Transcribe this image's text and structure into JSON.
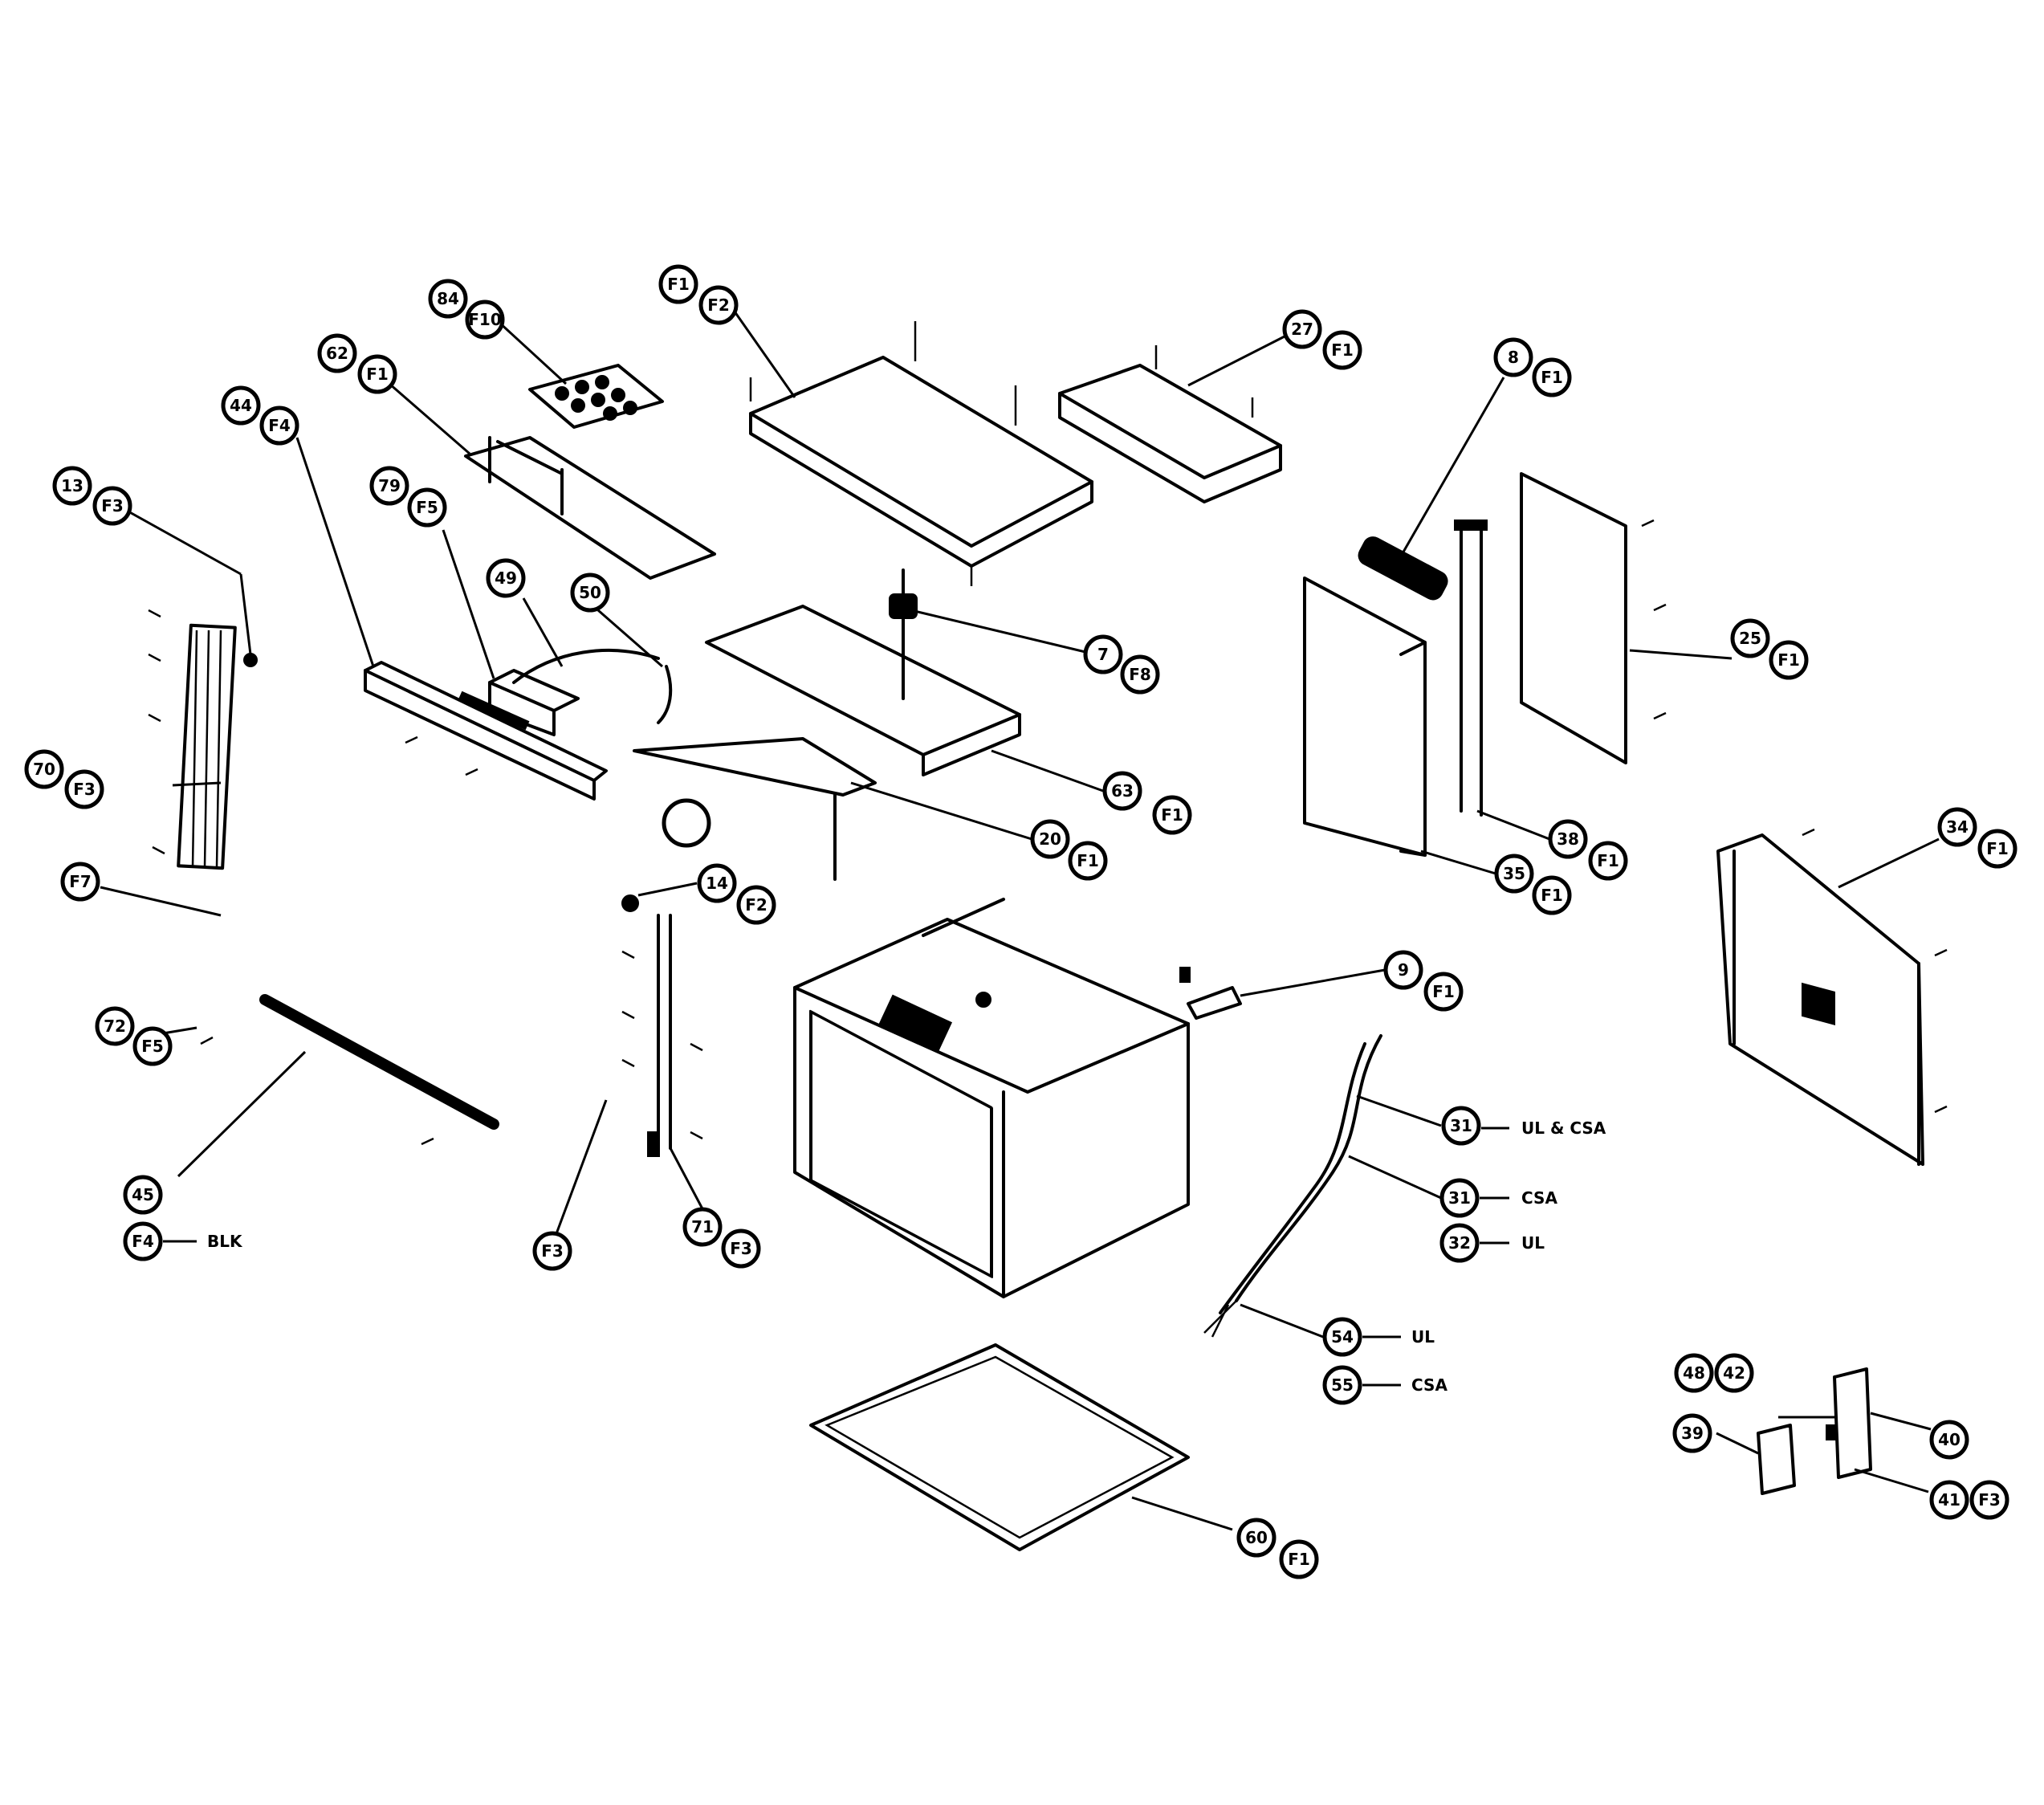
{
  "diagram": {
    "callouts": {
      "c84": "84",
      "c118": "F10",
      "c62": "62",
      "cf1a": "F1",
      "cf1b": "F1",
      "cf12": "F2",
      "c27": "27",
      "cf1c": "F1",
      "c8": "8",
      "cf1d": "F1",
      "c44": "44",
      "cf4a": "F4",
      "c13": "13",
      "cf3a": "F3",
      "c79": "79",
      "cf5": "F5",
      "c49": "49",
      "c50": "50",
      "c7": "7",
      "cf8": "F8",
      "c25": "25",
      "cf1e": "F1",
      "c70": "70",
      "cf3b": "F3",
      "c63": "63",
      "cf1f": "F1",
      "c20": "20",
      "cf1g": "F1",
      "c38": "38",
      "cf1h": "F1",
      "c35": "35",
      "cf1i": "F1",
      "cf7": "F7",
      "c14": "14",
      "cf2b": "F2",
      "c34": "34",
      "cf1j": "F1",
      "c9": "9",
      "cf1k": "F1",
      "c72": "72",
      "cf5b": "F5",
      "c31a": "31",
      "c31b": "31",
      "c32": "32",
      "c45": "45",
      "cf4b": "F4",
      "cf3c": "F3",
      "c71": "71",
      "cf3d": "F3",
      "c54": "54",
      "c55": "55",
      "c48": "48",
      "c42": "42",
      "c39": "39",
      "c40": "40",
      "c41": "41",
      "cf3e": "F3",
      "c60": "60",
      "cf1l": "F1"
    },
    "notes": {
      "ul_csa": "UL & CSA",
      "csa1": "CSA",
      "ul1": "UL",
      "ul2": "UL",
      "csa2": "CSA",
      "blk": "BLK"
    }
  }
}
